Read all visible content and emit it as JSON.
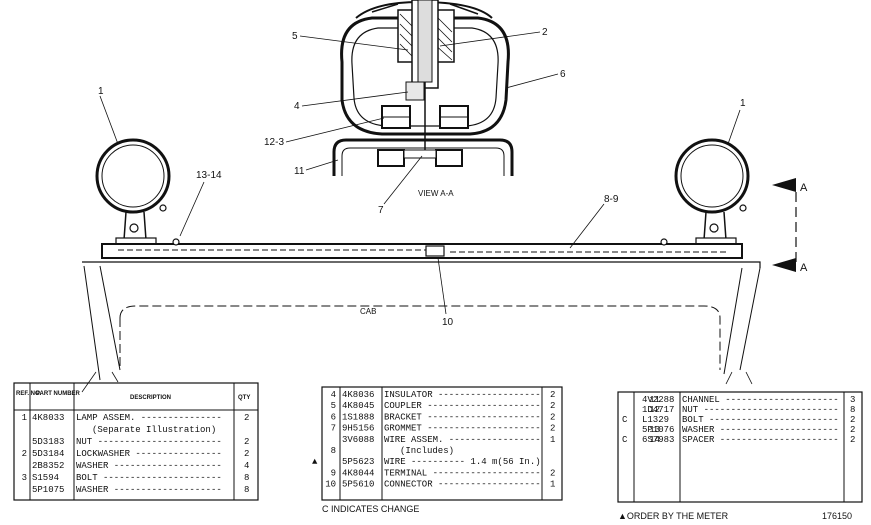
{
  "callouts": {
    "c1_left": "1",
    "c1_right": "1",
    "c5": "5",
    "c2": "2",
    "c6": "6",
    "c4": "4",
    "c12_3": "12-3",
    "c11": "11",
    "c7": "7",
    "c13_14": "13-14",
    "c8_9": "8-9",
    "c10": "10"
  },
  "labels": {
    "view": "VIEW A-A",
    "cab": "CAB",
    "arrow_a_top": "A",
    "arrow_a_bottom": "A"
  },
  "table1": {
    "headers": {
      "ref": "REF. NO.",
      "part": "PART NUMBER",
      "desc": "DESCRIPTION",
      "qty": "QTY"
    },
    "rows": [
      {
        "mark": "",
        "ref": "1",
        "part": "4K8033",
        "desc": "LAMP ASSEM.",
        "qty": "2"
      },
      {
        "mark": "",
        "ref": "",
        "part": "",
        "desc": "(Separate Illustration)",
        "qty": ""
      },
      {
        "mark": "",
        "ref": "",
        "part": "5D3183",
        "desc": "NUT",
        "qty": "2"
      },
      {
        "mark": "",
        "ref": "2",
        "part": "5D3184",
        "desc": "LOCKWASHER",
        "qty": "2"
      },
      {
        "mark": "",
        "ref": "",
        "part": "2B8352",
        "desc": "WASHER",
        "qty": "4"
      },
      {
        "mark": "",
        "ref": "3",
        "part": "S1594",
        "desc": "BOLT",
        "qty": "8"
      },
      {
        "mark": "",
        "ref": "",
        "part": "5P1075",
        "desc": "WASHER",
        "qty": "8"
      }
    ]
  },
  "table2": {
    "rows": [
      {
        "mark": "",
        "ref": "4",
        "part": "4K8036",
        "desc": "INSULATOR",
        "qty": "2"
      },
      {
        "mark": "",
        "ref": "5",
        "part": "4K8045",
        "desc": "COUPLER",
        "qty": "2"
      },
      {
        "mark": "",
        "ref": "6",
        "part": "1S1888",
        "desc": "BRACKET",
        "qty": "2"
      },
      {
        "mark": "",
        "ref": "7",
        "part": "9H5156",
        "desc": "GROMMET",
        "qty": "2"
      },
      {
        "mark": "",
        "ref": "",
        "part": "3V6088",
        "desc": "WIRE ASSEM.",
        "qty": "1"
      },
      {
        "mark": "",
        "ref": "8",
        "part": "",
        "desc": "(Includes)",
        "qty": ""
      },
      {
        "mark": "▲",
        "ref": "",
        "part": "5P5623",
        "desc": "WIRE ---------- 1.4 m(56 In.)",
        "qty": ""
      },
      {
        "mark": "",
        "ref": "9",
        "part": "4K8044",
        "desc": "TERMINAL",
        "qty": "2"
      },
      {
        "mark": "",
        "ref": "10",
        "part": "5P5610",
        "desc": "CONNECTOR",
        "qty": "1"
      }
    ]
  },
  "table3": {
    "rows": [
      {
        "mark": "",
        "ref": "11",
        "part": "4V2288",
        "desc": "CHANNEL",
        "qty": "3"
      },
      {
        "mark": "",
        "ref": "12",
        "part": "1D4717",
        "desc": "NUT",
        "qty": "8"
      },
      {
        "mark": "C",
        "ref": "",
        "part": "L1329",
        "desc": "BOLT",
        "qty": "2"
      },
      {
        "mark": "",
        "ref": "13",
        "part": "5P1076",
        "desc": "WASHER",
        "qty": "2"
      },
      {
        "mark": "C",
        "ref": "14",
        "part": "6S7983",
        "desc": "SPACER",
        "qty": "2"
      }
    ]
  },
  "footer": {
    "change_note": "C INDICATES CHANGE",
    "meter_note": "▲ORDER BY THE METER",
    "figure_number": "176150"
  }
}
